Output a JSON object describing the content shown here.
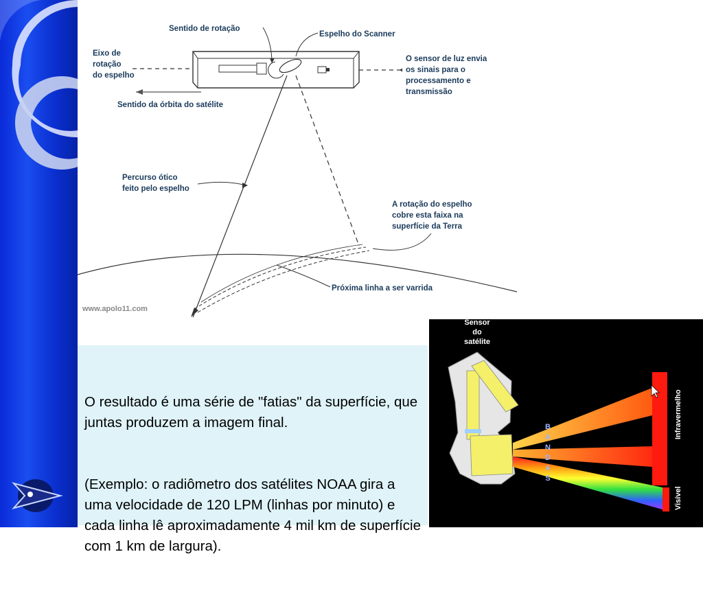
{
  "diagram": {
    "labels": {
      "rotation_direction": "Sentido de rotação",
      "scanner_mirror": "Espelho do Scanner",
      "rotation_axis": [
        "Eixo de",
        "rotação",
        "do espelho"
      ],
      "light_sensor": [
        "O sensor de luz envia",
        "os sinais para o",
        "processamento e",
        "transmissão"
      ],
      "orbit_direction": "Sentido da órbita do satélite",
      "optical_path": [
        "Percurso ótico",
        "feito pelo espelho"
      ],
      "mirror_coverage": [
        "A rotação do espelho",
        "cobre esta faixa na",
        "superfície da Terra"
      ],
      "next_line": "Próxima linha a ser varrida",
      "credit": "www.apolo11.com"
    }
  },
  "caption": {
    "paragraph1": "O resultado é uma série de \"fatias\" da superfície, que juntas produzem a imagem final.",
    "paragraph2": "(Exemplo: o radiômetro dos satélites NOAA gira a uma velocidade de 120 LPM (linhas por minuto) e cada linha lê aproximadamente 4 mil km de superfície com 1 km de largura)."
  },
  "bands_figure": {
    "sensor_label": [
      "Sensor",
      "do",
      "satélite"
    ],
    "bands_letters": [
      "B",
      "A",
      "N",
      "D",
      "A",
      "S"
    ],
    "infrared": "Infravermelho",
    "visible": "Visível"
  },
  "icons": {
    "nav": "eye-arrow-icon"
  }
}
